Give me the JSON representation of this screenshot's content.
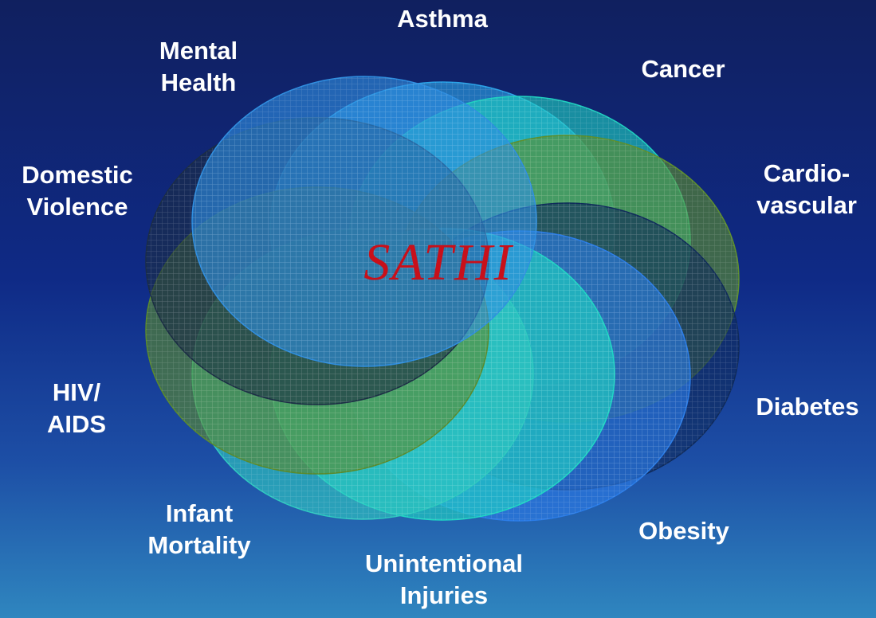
{
  "center_title": "SATHI",
  "topics": [
    {
      "id": "asthma",
      "lines": [
        "Asthma"
      ],
      "color": "#2aa3e8"
    },
    {
      "id": "cancer",
      "lines": [
        "Cancer"
      ],
      "color": "#1fd0c0"
    },
    {
      "id": "cardiovascular",
      "lines": [
        "Cardio-",
        "vascular"
      ],
      "color": "#5e8f2c"
    },
    {
      "id": "diabetes",
      "lines": [
        "Diabetes"
      ],
      "color": "#0f2a5a"
    },
    {
      "id": "obesity",
      "lines": [
        "Obesity"
      ],
      "color": "#2b7de8"
    },
    {
      "id": "unintentional-injuries",
      "lines": [
        "Unintentional",
        "Injuries"
      ],
      "color": "#1fd7c4"
    },
    {
      "id": "infant-mortality",
      "lines": [
        "Infant",
        "Mortality"
      ],
      "color": "#2ec9c0"
    },
    {
      "id": "hiv-aids",
      "lines": [
        "HIV/",
        "AIDS"
      ],
      "color": "#5a8a2c"
    },
    {
      "id": "domestic-violence",
      "lines": [
        "Domestic",
        "Violence"
      ],
      "color": "#1b2d44"
    },
    {
      "id": "mental-health",
      "lines": [
        "Mental",
        "Health"
      ],
      "color": "#2f8ee0"
    }
  ]
}
